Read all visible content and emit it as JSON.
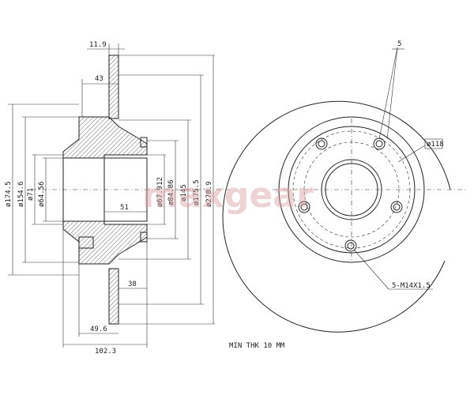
{
  "watermark": "maxgear",
  "side_view": {
    "dims_top": {
      "flange_thickness": "11.9",
      "hub_offset": "43"
    },
    "dims_diameters": {
      "d1": "ø174.5",
      "d2": "ø154.6",
      "d3": "ø71",
      "d4": "ø64.56",
      "d5": "ø67.912",
      "d6": "ø84.86",
      "d7": "ø145",
      "d8": "ø175.5",
      "d9": "ø278.9"
    },
    "dims_bottom": {
      "inner_width": "51",
      "offset": "38",
      "width": "49.6",
      "total_width": "102.3"
    }
  },
  "front_view": {
    "bolt_count_label": "5",
    "pcd_label": "ø118",
    "thread_label": "5-M14X1.5"
  },
  "note": "MIN THK 10 MM"
}
